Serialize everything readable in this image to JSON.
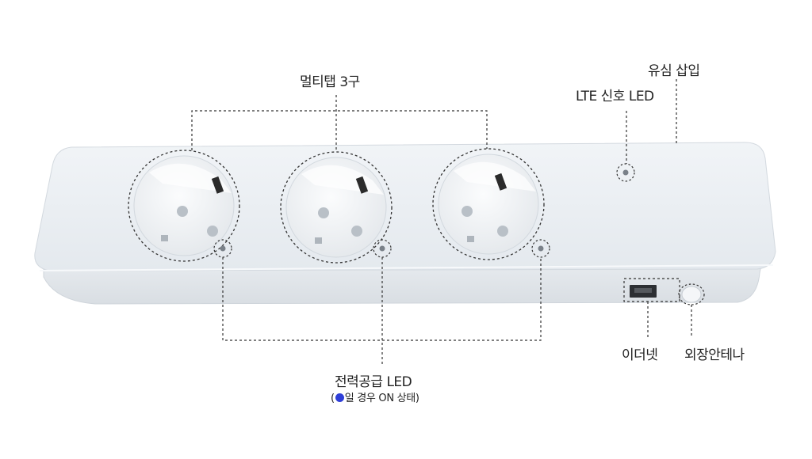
{
  "labels": {
    "multitap": "멀티탭 3구",
    "usim": "유심 삽입",
    "lte_led": "LTE 신호 LED",
    "power_led": "전력공급 LED",
    "power_led_note_prefix": "(",
    "power_led_note_suffix": "일 경우 ON 상태)",
    "ethernet": "이더넷",
    "antenna": "외장안테나"
  },
  "colors": {
    "led_on_dot": "#2f3fd8",
    "body_top": "#e9eef3",
    "body_front": "#dfe4e9",
    "socket": "#f3f5f7",
    "leader_line": "#333333"
  },
  "icons": {
    "socket": "schuko-socket-icon",
    "led": "led-indicator-icon",
    "ethernet_port": "ethernet-port-icon",
    "antenna_port": "antenna-connector-icon"
  }
}
